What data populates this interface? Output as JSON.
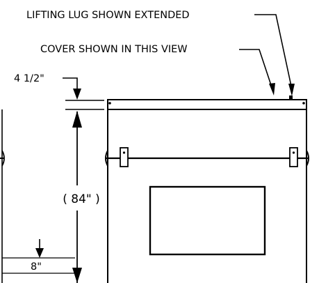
{
  "annotations": {
    "lifting_lug": "LIFTING LUG SHOWN EXTENDED",
    "cover_view": "COVER SHOWN IN THIS VIEW"
  },
  "dimensions": {
    "cover_thickness": "4 1/2\"",
    "height": "( 84\" )",
    "bottom_offset": "8\""
  },
  "colors": {
    "line": "#000000",
    "background": "#ffffff"
  }
}
